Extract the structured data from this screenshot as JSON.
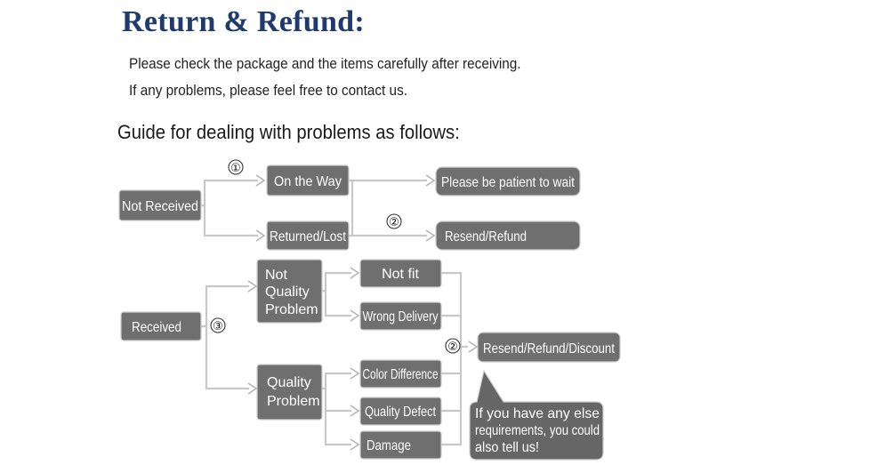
{
  "header": {
    "title": "Return & Refund:",
    "line1": "Please check the package and the items carefully after receiving.",
    "line2": "If any problems, please feel free to contact us.",
    "guide": "Guide for dealing with problems as follows:"
  },
  "flow": {
    "not_received": "Not Received",
    "on_the_way": "On the Way",
    "returned_lost": "Returned/Lost",
    "please_wait": "Please be patient to wait",
    "resend_refund": "Resend/Refund",
    "received": "Received",
    "not_quality_problem": [
      "Not",
      "Quality",
      "Problem"
    ],
    "quality_problem": [
      "Quality",
      "Problem"
    ],
    "not_fit": "Not fit",
    "wrong_delivery": "Wrong Delivery",
    "color_difference": "Color Difference",
    "quality_defect": "Quality Defect",
    "damage": "Damage",
    "resend_refund_discount": "Resend/Refund/Discount",
    "note": [
      "If you have any else",
      "requirements, you could",
      "also tell us!"
    ],
    "marker1": "①",
    "marker2": "②",
    "marker3": "③"
  },
  "colors": {
    "title": "#1f3a6e",
    "box": "#6f6f6f",
    "connector": "#c8c8c8"
  }
}
